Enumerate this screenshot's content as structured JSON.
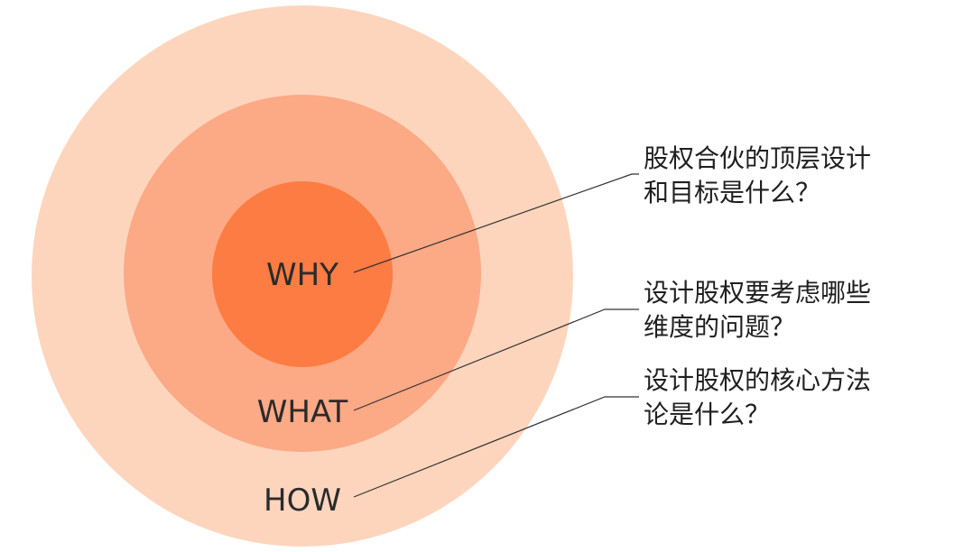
{
  "rings": [
    {
      "id": "how",
      "label": "HOW",
      "color": "#fdd5bd"
    },
    {
      "id": "what",
      "label": "WHAT",
      "color": "#fca985"
    },
    {
      "id": "why",
      "label": "WHY",
      "color": "#fc7c43"
    }
  ],
  "questions": {
    "why": {
      "line1": "股权合伙的顶层设计",
      "line2": "和目标是什么？"
    },
    "what": {
      "line1": "设计股权要考虑哪些",
      "line2": "维度的问题？"
    },
    "how": {
      "line1": "设计股权的核心方法",
      "line2": "论是什么？"
    }
  },
  "connector_color": "#333333"
}
